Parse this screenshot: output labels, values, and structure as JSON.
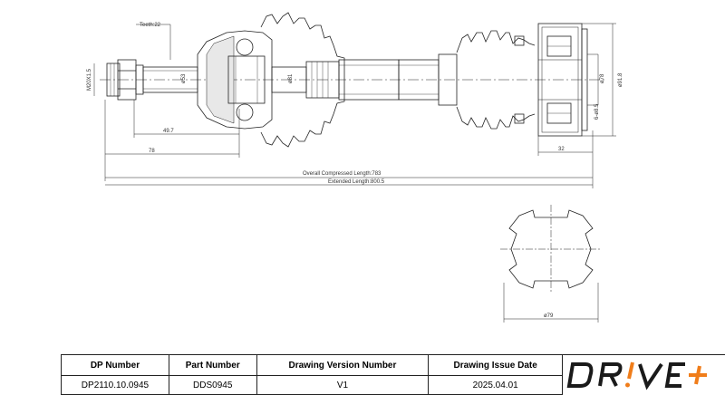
{
  "dimensions": {
    "teeth": "Teeth:22",
    "thread": "M20X1.5",
    "d53": "ø53",
    "d81": "ø81",
    "d78": "ø78",
    "d91_8": "ø91.8",
    "pcd": "6-ø8.5",
    "len_49_7": "49.7",
    "len_78": "78",
    "len_32": "32",
    "overall_compressed": "Overall  Compressed  Length:783",
    "extended": "Extended  Length:800.5",
    "d79": "ø79"
  },
  "title_block": {
    "headers": [
      "DP Number",
      "Part Number",
      "Drawing Version Number",
      "Drawing Issue Date"
    ],
    "values": [
      "DP2110.10.0945",
      "DDS0945",
      "V1",
      "2025.04.01"
    ]
  },
  "brand": {
    "logo_text": "DR!VE+",
    "accent_color": "#f07d1a",
    "text_color": "#1a1a1a"
  }
}
